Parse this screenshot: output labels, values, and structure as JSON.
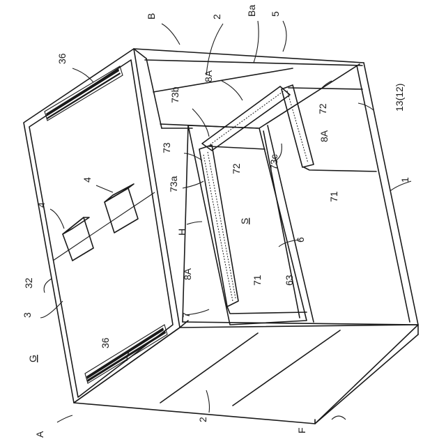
{
  "labels": {
    "B": "B",
    "two_top": "2",
    "Ba": "Ba",
    "five": "5",
    "thirtysix_top": "36",
    "thirtysix_bottom": "36",
    "four_a": "4",
    "four_b": "4",
    "thirtytwo": "32",
    "three": "3",
    "G": "G",
    "A": "A",
    "two_bottom": "2",
    "F": "F",
    "seventythree_b": "73b",
    "eightA_top": "8A",
    "seventytwo_right": "72",
    "thirteen_twelve": "13(12)",
    "seventythree": "73",
    "seventythree_a": "73a",
    "eightA_right": "8A",
    "seventytwo_mid": "72",
    "seventythree_c": "73c",
    "seventyone_right": "71",
    "one": "1",
    "H": "H",
    "S": "S",
    "six": "6",
    "eightA_left": "8A",
    "seventyone_left": "71",
    "sixtythree": "63",
    "seven": "7"
  }
}
